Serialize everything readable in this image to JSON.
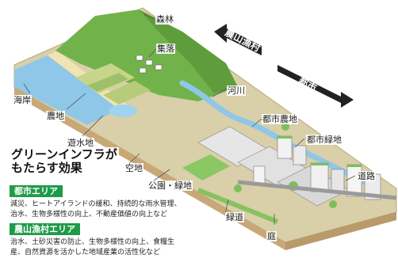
{
  "labels": {
    "forest": "森林",
    "village": "集落",
    "coast": "海岸",
    "farmland": "農地",
    "pond": "遊水地",
    "river": "河川",
    "urban_farm": "都市農地",
    "urban_green": "都市緑地",
    "vacant": "空地",
    "park": "公園・緑地",
    "road": "道路",
    "greenway": "緑道",
    "garden": "庭"
  },
  "arrows": {
    "rural": "農山漁村",
    "city": "都市"
  },
  "title": {
    "line1": "グリーンインフラが",
    "line2": "もたらす効果"
  },
  "sections": {
    "city": {
      "heading": "都市エリア",
      "line1": "減災、ヒートアイランドの緩和、持続的な雨水管理、",
      "line2": "治水、生物多様性の向上、不動産価値の向上など"
    },
    "rural": {
      "heading": "農山漁村エリア",
      "line1": "治水、土砂災害の防止、生物多様性の向上、食糧生",
      "line2": "産、自然資源を活かした地域産業の活性化など"
    }
  },
  "colors": {
    "accent_green": "#1e9b48",
    "forest_green": "#72b24a",
    "water_blue": "#8ec7e8",
    "arrow_dark": "#222222"
  }
}
